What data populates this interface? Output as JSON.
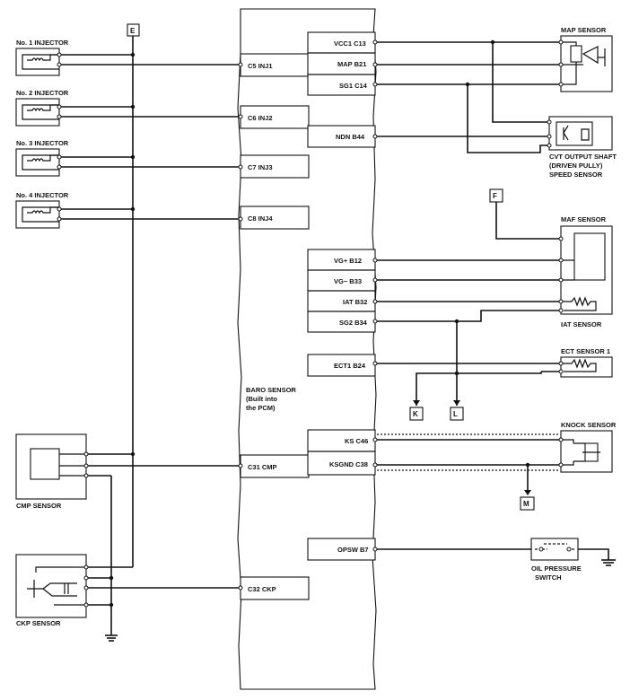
{
  "injectors": [
    {
      "name": "No. 1 INJECTOR",
      "pin": "C5 INJ1"
    },
    {
      "name": "No. 2 INJECTOR",
      "pin": "C6 INJ2"
    },
    {
      "name": "No. 3 INJECTOR",
      "pin": "C7 INJ3"
    },
    {
      "name": "No. 4 INJECTOR",
      "pin": "C8 INJ4"
    }
  ],
  "left_pins": {
    "cmp": "C31 CMP",
    "ckp": "C32 CKP",
    "baro": "BARO SENSOR (Built into the PCM)"
  },
  "right_pins": {
    "vcc1": "VCC1 C13",
    "map": "MAP B21",
    "sg1": "SG1 C14",
    "ndn": "NDN B44",
    "vg_plus": "VG+ B12",
    "vg_minus": "VG− B33",
    "iat": "IAT B32",
    "sg2": "SG2 B34",
    "ect1": "ECT1 B24",
    "ks": "KS C46",
    "ksgnd": "KSGND C38",
    "opsw": "OPSW B7"
  },
  "components": {
    "map_sensor": "MAP SENSOR",
    "cvt_sensor": [
      "CVT OUTPUT SHAFT",
      "(DRIVEN PULLY)",
      "SPEED SENSOR"
    ],
    "maf_sensor": "MAF SENSOR",
    "iat_sensor": "IAT SENSOR",
    "ect_sensor": "ECT SENSOR 1",
    "knock_sensor": "KNOCK SENSOR",
    "oil_pressure_switch": [
      "OIL PRESSURE",
      "SWITCH"
    ],
    "cmp_sensor": "CMP SENSOR",
    "ckp_sensor": "CKP SENSOR"
  },
  "connectors": {
    "e": "E",
    "f": "F",
    "k": "K",
    "l": "L",
    "m": "M"
  },
  "baro_lines": [
    "BARO SENSOR",
    "(Built into",
    "the PCM)"
  ]
}
